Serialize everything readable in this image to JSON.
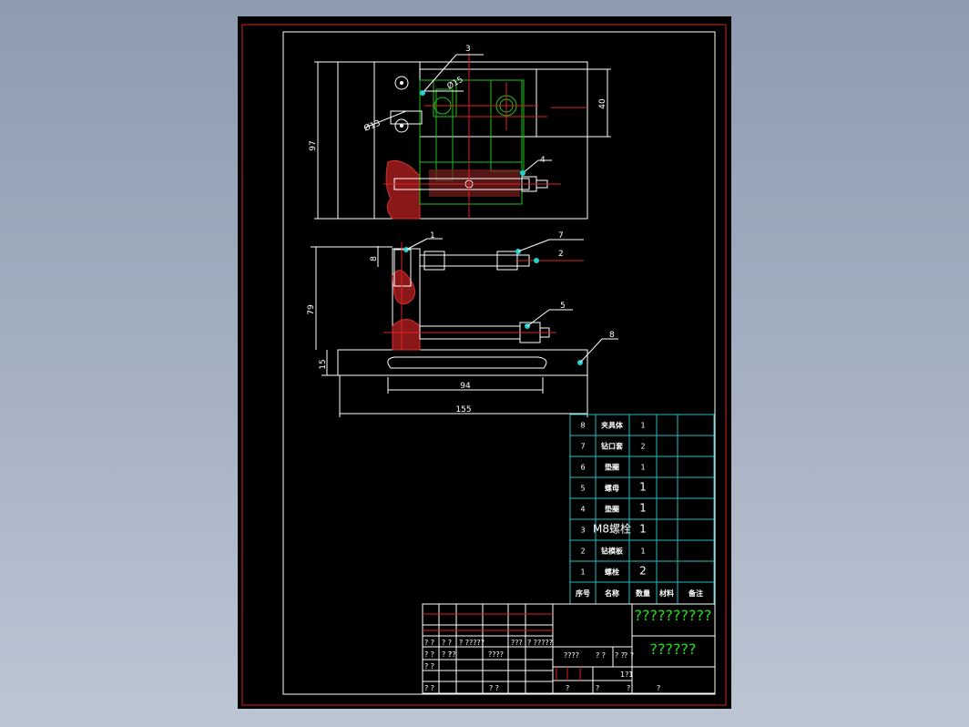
{
  "leaders": [
    "3",
    "4",
    "1",
    "7",
    "2",
    "5",
    "8"
  ],
  "dimensions": {
    "d97": "97",
    "d40": "40",
    "phi15": "Ø15",
    "phi13": "Ø13",
    "d8": "8",
    "d79": "79",
    "d15": "15",
    "d94": "94",
    "d155": "155"
  },
  "bom": {
    "rows": [
      {
        "no": "8",
        "name": "夹具体",
        "qty": "1"
      },
      {
        "no": "7",
        "name": "钻口套",
        "qty": "2"
      },
      {
        "no": "6",
        "name": "垫圈",
        "qty": "1"
      },
      {
        "no": "5",
        "name": "螺母",
        "qty": "1"
      },
      {
        "no": "4",
        "name": "垫圈",
        "qty": "1"
      },
      {
        "no": "3",
        "name": "M8螺栓",
        "qty": "1"
      },
      {
        "no": "2",
        "name": "钻模板",
        "qty": "1"
      },
      {
        "no": "1",
        "name": "螺栓",
        "qty": "2"
      }
    ],
    "header": {
      "no": "序号",
      "name": "名称",
      "qty": "数量",
      "material": "材料",
      "note": "备注"
    }
  },
  "title_block": {
    "big1": "??????????",
    "big2": "??????",
    "r1": [
      "? ?",
      "? ?",
      "? ?????",
      "???",
      "? ?????"
    ],
    "r2": [
      "? ?",
      "? ?",
      "??",
      "????"
    ],
    "r3": [
      "? ?"
    ],
    "r4": [
      "? ?",
      "? ?"
    ],
    "mid1": [
      "????",
      "? ?",
      "? ?",
      "? ?"
    ],
    "scale": "1?1",
    "mid2": [
      "?",
      "?",
      "?"
    ],
    "right_q": "?"
  }
}
